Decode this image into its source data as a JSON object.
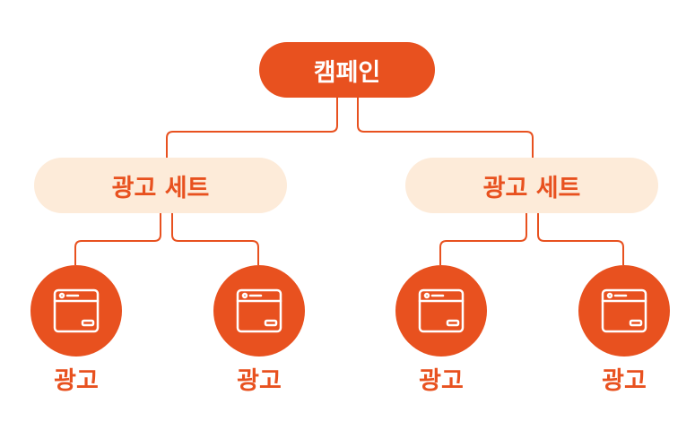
{
  "campaign": {
    "label": "캠페인"
  },
  "ad_sets": [
    {
      "label": "광고 세트"
    },
    {
      "label": "광고 세트"
    }
  ],
  "ads": [
    {
      "label": "광고",
      "icon": "ad-window-icon"
    },
    {
      "label": "광고",
      "icon": "ad-window-icon"
    },
    {
      "label": "광고",
      "icon": "ad-window-icon"
    },
    {
      "label": "광고",
      "icon": "ad-window-icon"
    }
  ],
  "colors": {
    "accent": "#e8511f",
    "ad_set_fill": "#fdebd9",
    "text_on_accent": "#ffffff"
  }
}
